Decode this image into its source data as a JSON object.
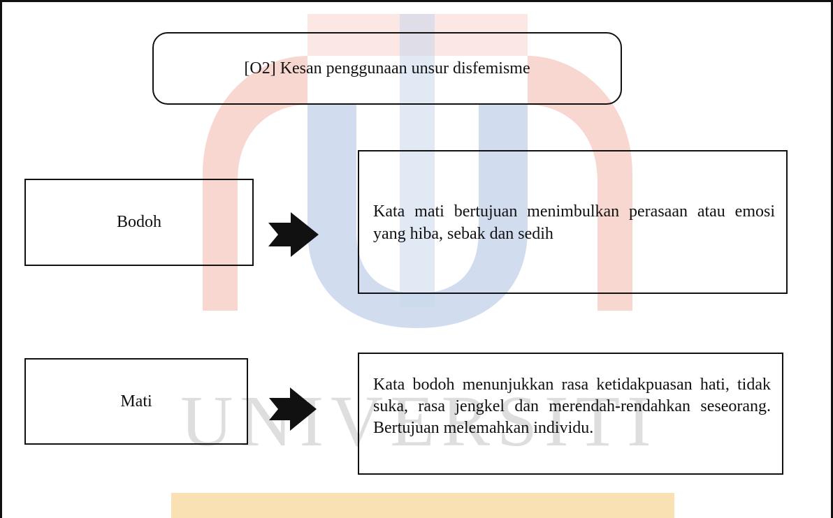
{
  "title": "[O2] Kesan penggunaan unsur disfemisme",
  "rows": [
    {
      "term": "Bodoh",
      "description": "Kata mati bertujuan menimbulkan perasaan atau emosi yang hiba, sebak dan sedih"
    },
    {
      "term": "Mati",
      "description": "Kata bodoh menunjukkan rasa ketidakpuasan hati, tidak suka, rasa jengkel dan merendah-rendahkan seseorang. Bertujuan melemahkan individu."
    }
  ],
  "colors": {
    "watermark_red": "#f6c9c1",
    "watermark_blue": "#c9d7ec",
    "watermark_gold": "#f8dca6",
    "watermark_text": "#d6d6d6",
    "line": "#111111"
  },
  "icons": [
    "right-arrow-icon",
    "university-logo-watermark"
  ]
}
